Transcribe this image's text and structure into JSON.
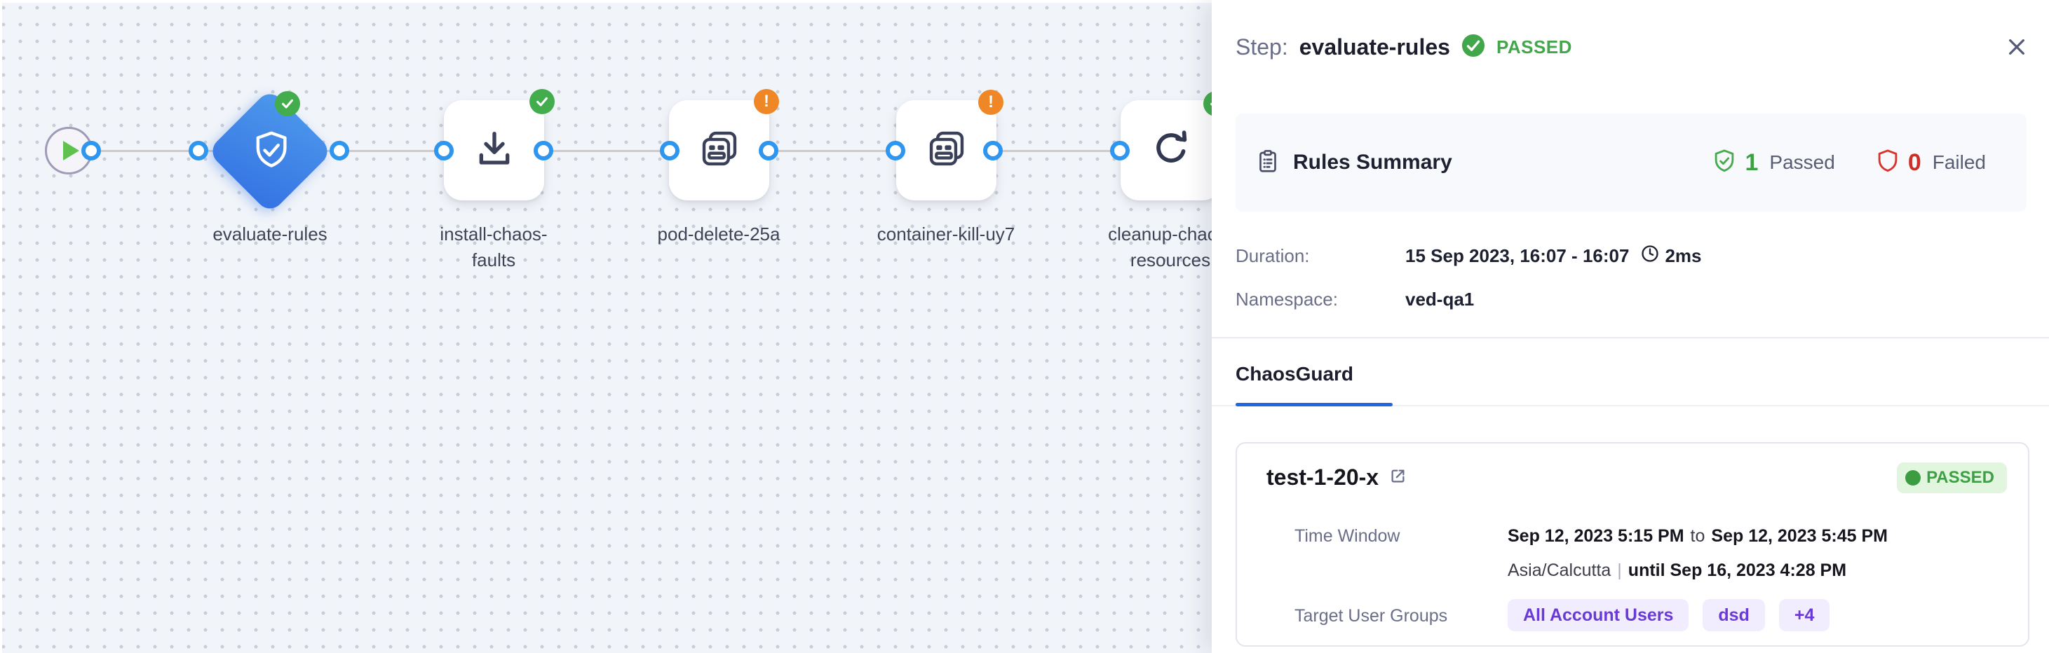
{
  "colors": {
    "canvas_bg": "#f1f4f9",
    "node_accent_blue": "#3473e3",
    "port_blue": "#2e96ee",
    "success_green": "#43ac4c",
    "warning_orange": "#ef8727",
    "fail_red": "#cc2e28",
    "tab_blue": "#1f66e0",
    "group_purple": "#6a3ad7",
    "passed_pill_bg": "#e1f5df"
  },
  "icons": {
    "warning_glyph": "!"
  },
  "pipeline": {
    "nodes": [
      {
        "label1": "evaluate-rules",
        "status": "passed",
        "icon": "shield-check"
      },
      {
        "label1": "install-chaos-",
        "label2": "faults",
        "status": "passed",
        "icon": "download"
      },
      {
        "label1": "pod-delete-25a",
        "status": "warning",
        "icon": "chaos-fault"
      },
      {
        "label1": "container-kill-uy7",
        "status": "warning",
        "icon": "chaos-fault"
      },
      {
        "label1": "cleanup-chaos-",
        "label2": "resources",
        "status": "passed",
        "icon": "refresh"
      }
    ]
  },
  "panel": {
    "header": {
      "label": "Step:",
      "title": "evaluate-rules",
      "status": "PASSED"
    },
    "rules_summary": {
      "title": "Rules Summary",
      "passed_count": "1",
      "passed_label": "Passed",
      "failed_count": "0",
      "failed_label": "Failed"
    },
    "details": {
      "duration_label": "Duration:",
      "duration_value": "15 Sep 2023, 16:07 - 16:07",
      "duration_ms": "2ms",
      "namespace_label": "Namespace:",
      "namespace_value": "ved-qa1"
    },
    "tabs": [
      {
        "label": "ChaosGuard",
        "active": true
      }
    ],
    "guard_card": {
      "name": "test-1-20-x",
      "status": "PASSED",
      "time_window_label": "Time Window",
      "time_from": "Sep 12, 2023 5:15 PM",
      "to_word": "to",
      "time_to": "Sep 12, 2023 5:45 PM",
      "timezone": "Asia/Calcutta",
      "separator": "|",
      "until": "until Sep 16, 2023 4:28 PM",
      "target_label": "Target User Groups",
      "groups": [
        "All Account Users",
        "dsd",
        "+4"
      ]
    }
  }
}
